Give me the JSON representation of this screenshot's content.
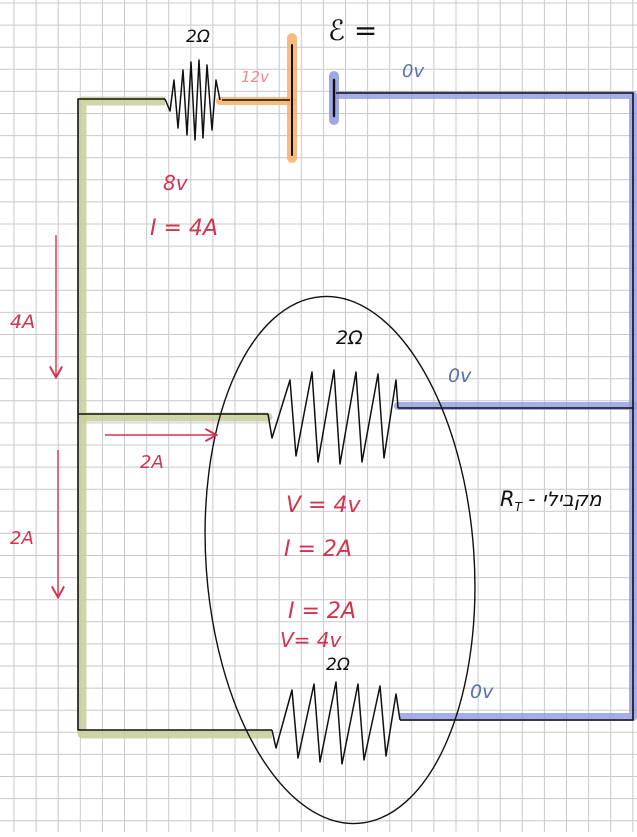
{
  "colors": {
    "grid": "#c9c9cc",
    "ink": "#111111",
    "annotation": "#d2344f",
    "voltage_blue": "#5a72a8",
    "wire_olive": "#c8cc9a",
    "wire_blue": "#8f9ae0",
    "terminal_orange": "#f7b069",
    "terminal_blue": "#8f9ae0",
    "supply_red": "#f08a8a"
  },
  "icons": [
    "battery-icon",
    "resistor-icon",
    "arrow-down-icon",
    "arrow-right-icon"
  ],
  "labels": {
    "emf": "ℰ =",
    "supply_voltage": "12v",
    "zero_volt_top": "0v",
    "top_resistor": "2Ω",
    "drop_voltage": "8v",
    "main_current": "I = 4A",
    "left_current_top": "4A",
    "branch_current": "2A",
    "left_current_bottom": "2A",
    "resistor_mid": "2Ω",
    "zero_volt_mid": "0v",
    "resistor_bottom": "2Ω",
    "zero_volt_bottom": "0v",
    "mid_v": "V = 4v",
    "mid_i": "I = 2A",
    "bot_i": "I = 2A",
    "bot_v": "V= 4v",
    "equivalent": "R",
    "equivalent_sub": "T",
    "equivalent_text": " - מקבילי"
  }
}
